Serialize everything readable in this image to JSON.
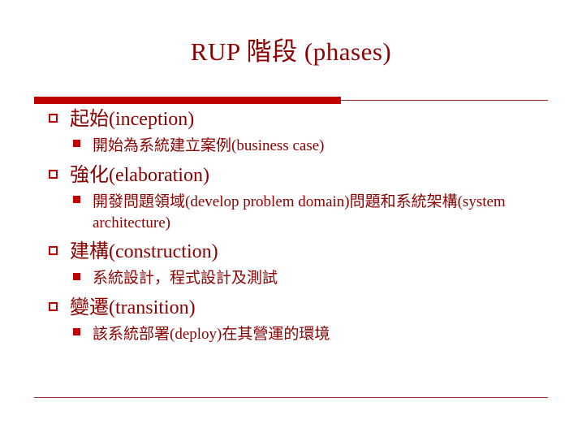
{
  "slide": {
    "title": "RUP 階段 (phases)",
    "accent_color": "#c00000",
    "text_color": "#8B0000",
    "items": [
      {
        "bullet": "ring-bullet",
        "label": "起始(inception)",
        "subitems": [
          {
            "bullet": "square-bullet",
            "label": "開始為系統建立案例(business case)"
          }
        ]
      },
      {
        "bullet": "ring-bullet",
        "label": "強化(elaboration)",
        "subitems": [
          {
            "bullet": "square-bullet",
            "label": "開發問題領域(develop problem domain)問題和系統架構(system architecture)"
          }
        ]
      },
      {
        "bullet": "ring-bullet",
        "label": "建構(construction)",
        "subitems": [
          {
            "bullet": "square-bullet",
            "label": "系統設計，程式設計及測試"
          }
        ]
      },
      {
        "bullet": "ring-bullet",
        "label": "變遷(transition)",
        "subitems": [
          {
            "bullet": "square-bullet",
            "label": "該系統部署(deploy)在其營運的環境"
          }
        ]
      }
    ]
  }
}
